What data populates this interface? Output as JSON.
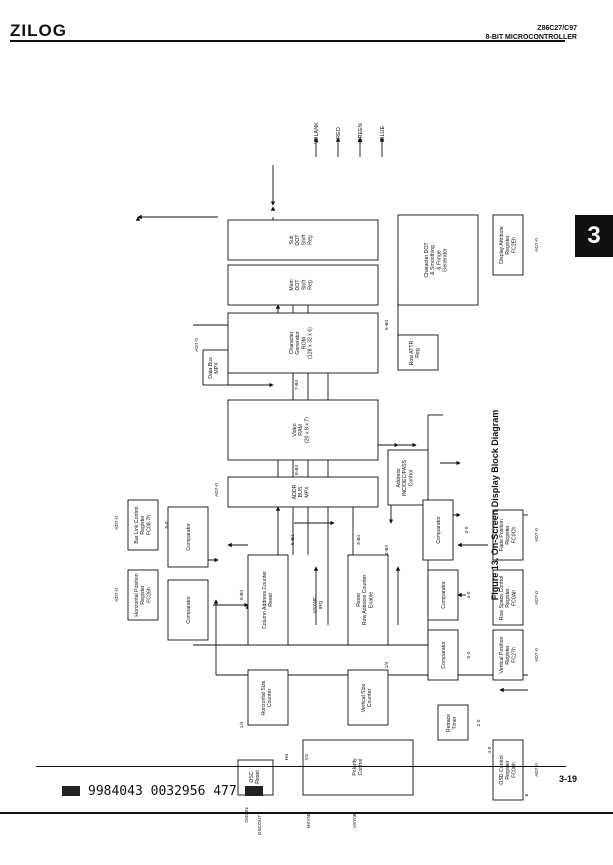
{
  "header": {
    "logo": "ZILOG",
    "part": "Z86C27/C97",
    "subtitle": "8-BIT MICROCONTROLLER"
  },
  "section_tab": "3",
  "figure_caption": "Figure 13. On-Screen Display Block Diagram",
  "footer": {
    "page_number": "3-19",
    "barcode_text": "9984043 0032956 477"
  },
  "diagram": {
    "outputs": [
      "VBLANK",
      "RED",
      "GREEN",
      "BLUE"
    ],
    "blocks": {
      "sub_dot": [
        "Sub",
        "DOT",
        "Shift",
        "Reg"
      ],
      "main_dot": [
        "Main",
        "DOT",
        "Shift",
        "Reg"
      ],
      "char_gen": [
        "Character",
        "Generator",
        "ROM",
        "(128 x 32 x 6)"
      ],
      "video_ram": [
        "Video",
        "RAM",
        "(20 x 8 x 7)"
      ],
      "addr_bus": [
        "ADDR",
        "BUS",
        "MPX"
      ],
      "char_dot": [
        "Character DOT",
        "& Smoothing",
        "& Fringe",
        "Generator"
      ],
      "disp_attr": [
        "Display Attribute",
        "Register",
        "FC2Eh"
      ],
      "row_attr": [
        "Row ATTR",
        "Reg"
      ],
      "addr_inc": [
        "Address",
        "INC/DEC/PASS",
        "Control"
      ],
      "data_bus": [
        "Data Bus",
        "MPX"
      ],
      "bar_link": [
        "Bar Link Control",
        "Register",
        "FC08-7h"
      ],
      "hpos_reg": [
        "Horizontal Position",
        "Register",
        "FC26h"
      ],
      "comp_top": [
        "Comparator"
      ],
      "comp_hpos": [
        "Comparator"
      ],
      "col_addr": [
        "Column Address Counter",
        "Reset"
      ],
      "row_addr": [
        "Reset",
        "Row Address Counter",
        "Enable"
      ],
      "comp_fade": [
        "Comparator"
      ],
      "fade_reg": [
        "Fade Position",
        "Register",
        "FC0Ch"
      ],
      "comp_row": [
        "Comparator"
      ],
      "row_space": [
        "Row Space Control",
        "Register",
        "FC0Ah"
      ],
      "comp_vpos": [
        "Comparator"
      ],
      "vpos_reg": [
        "Vertical Position",
        "Register",
        "FC27h"
      ],
      "hsize": [
        "Horizontal Size",
        "Counter"
      ],
      "vsize": [
        "Vertical Size",
        "Counter"
      ],
      "retrace": [
        "Retrace",
        "Timer"
      ],
      "osd_ctrl": [
        "OSD Control",
        "Register",
        "FC00h"
      ],
      "osc": [
        "OSC",
        "Reset"
      ],
      "polarity": [
        "Polarity",
        "Control"
      ]
    },
    "labels": {
      "ad_chargen": "AD7-0",
      "ad_addr": "AD7-0",
      "ad_barlink": "AD7-0",
      "ad_hpos": "AD7-0",
      "ad_disp": "AD7-0",
      "ad_fade": "AD7-0",
      "ad_row": "AD7-0",
      "ad_vpos": "AD7-0",
      "ad_osd": "AD7-0",
      "bit7": "7-Bit",
      "bit8": "8-Bit",
      "bit6": "6-Bit",
      "bit6b": "6-Bit",
      "bit5": "5-Bit",
      "bit3": "3-Bit",
      "bit4": "4-Bit",
      "r50": "5-0",
      "r30": "3-0",
      "r40": "4-0",
      "r50b": "5-0",
      "r20": "2-0",
      "r45": "4-5",
      "r6": "6",
      "q14a": "1/4",
      "q14b": "1/4",
      "vsync_irq": "VSYNC\nIRQ",
      "hs": "HS",
      "vs": "VS",
      "oscin": "OSCIN",
      "oscout": "OSCOUT",
      "hsync": "HSYNC",
      "vsync": "VSYNC"
    }
  }
}
